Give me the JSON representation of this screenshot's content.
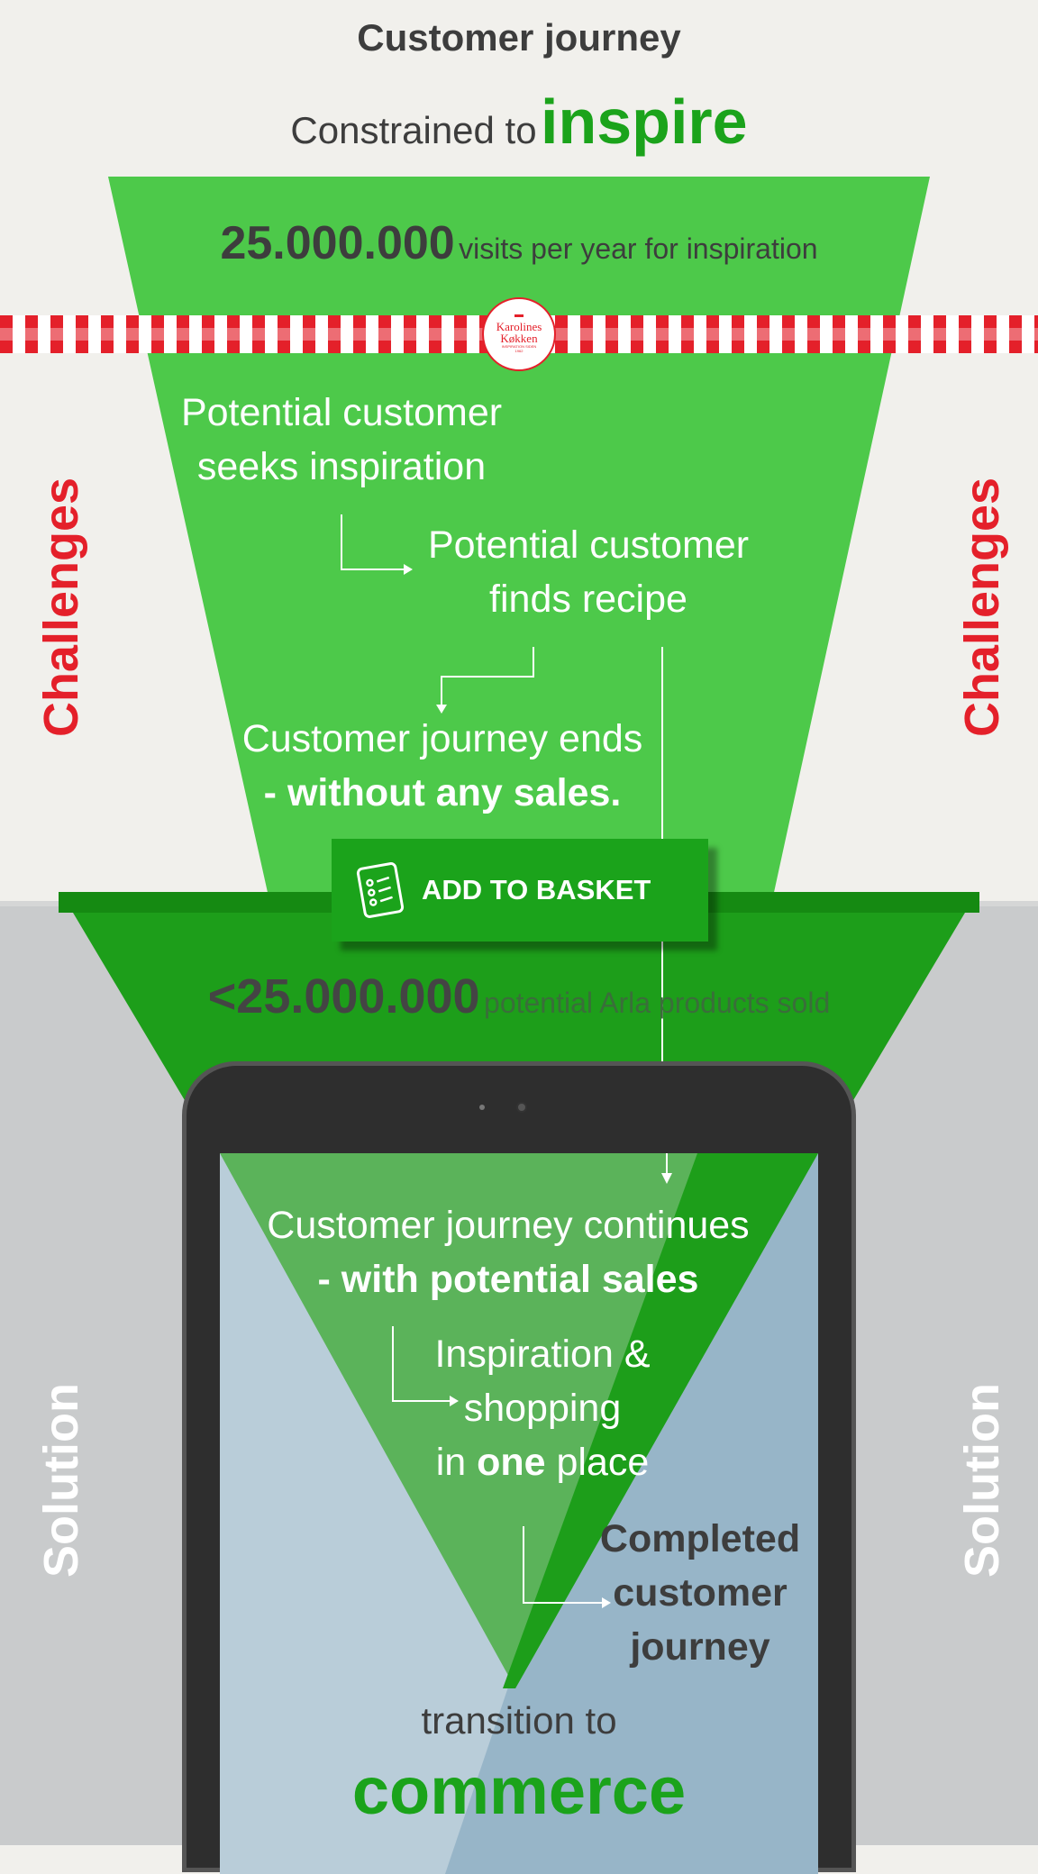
{
  "header": {
    "title": "Customer journey",
    "subtitle_prefix": "Constrained to",
    "subtitle_emphasis": "inspire"
  },
  "top_stat": {
    "number": "25.000.000",
    "label": "visits per year for inspiration"
  },
  "logo": {
    "line1": "Karolines",
    "line2": "Køkken",
    "tagline": "INSPIRATION SIDEN",
    "year": "1962"
  },
  "steps": {
    "step1": [
      "Potential customer",
      "seeks inspiration"
    ],
    "step2": [
      "Potential customer",
      "finds recipe"
    ],
    "step3": {
      "line1": "Customer journey ends",
      "line2": "- without any sales."
    }
  },
  "basket_button": {
    "label": "ADD TO BASKET",
    "icon": "checklist-icon"
  },
  "bottom_stat": {
    "number": "<25.000.000",
    "label": "potential Arla products sold"
  },
  "solution": {
    "line1": "Customer journey continues",
    "line2": "- with potential sales",
    "inspiration": {
      "l1": "Inspiration &",
      "l2": "shopping",
      "l3_pre": "in",
      "l3_bold": "one",
      "l3_post": "place"
    },
    "completed": [
      "Completed",
      "customer",
      "journey"
    ],
    "transition": "transition to",
    "commerce": "commerce"
  },
  "side_labels": {
    "challenges": "Challenges",
    "solution": "Solution"
  },
  "colors": {
    "green_light": "#4dc94a",
    "green_dark": "#1ba31b",
    "red": "#e4202a",
    "text_gray": "#3d3d3d"
  }
}
